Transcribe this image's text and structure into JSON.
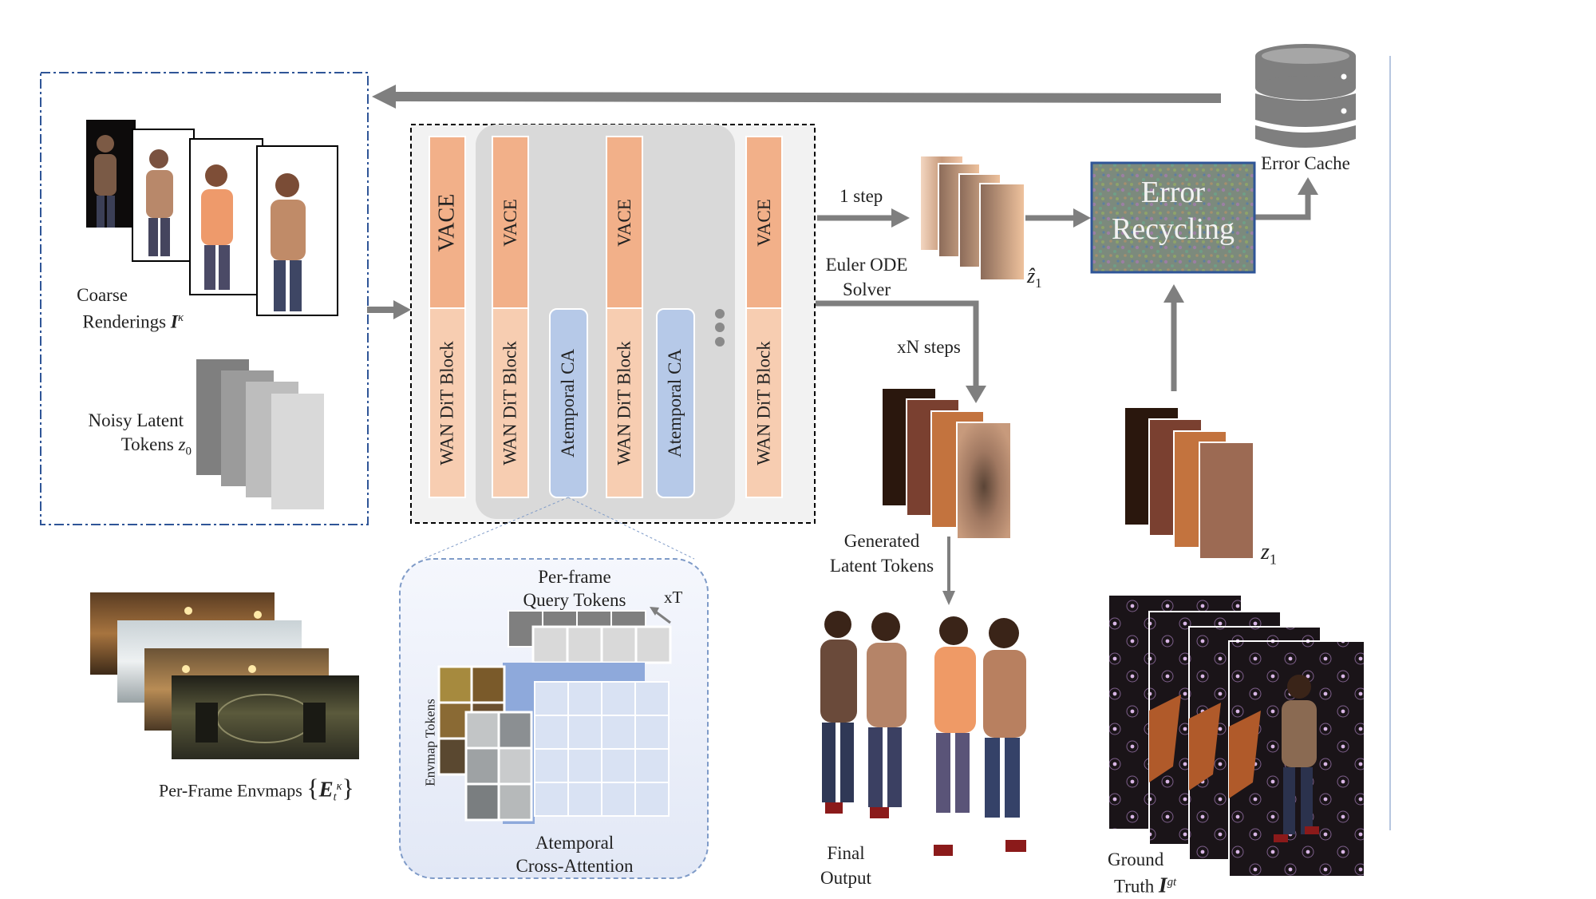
{
  "input_panel": {
    "coarse_label_line1": "Coarse",
    "coarse_label_line2": "Renderings",
    "coarse_symbol": "I",
    "coarse_symbol_sup": "κ",
    "noisy_label_line1": "Noisy Latent",
    "noisy_label_line2": "Tokens",
    "noisy_symbol": "z",
    "noisy_symbol_sub": "0"
  },
  "network": {
    "vace_label": "VACE",
    "dit_label": "WAN DiT Block",
    "ca_label": "Atemporal CA"
  },
  "solver": {
    "one_step": "1 step",
    "euler_line1": "Euler ODE",
    "euler_line2": "Solver",
    "xn_steps": "xN steps",
    "z1hat_symbol": "ẑ",
    "z1hat_sub": "1"
  },
  "error_module": {
    "title_line1": "Error",
    "title_line2": "Recycling",
    "cache_label": "Error Cache"
  },
  "targets": {
    "z1_symbol": "z",
    "z1_sub": "1",
    "generated_line1": "Generated",
    "generated_line2": "Latent Tokens",
    "final_line1": "Final",
    "final_line2": "Output",
    "gt_line1": "Ground",
    "gt_line2": "Truth",
    "gt_symbol": "I",
    "gt_sup": "gt"
  },
  "envmaps": {
    "label": "Per-Frame Envmaps",
    "symbol": "E",
    "symbol_sub": "t",
    "symbol_sup": "κ"
  },
  "cross_attention": {
    "query_line1": "Per-frame",
    "query_line2": "Query Tokens",
    "xT": "xT",
    "envmap_tokens": "Envmap Tokens",
    "title_line1": "Atemporal",
    "title_line2": "Cross-Attention"
  },
  "colors": {
    "vace": "#f2b089",
    "dit": "#f7cdb1",
    "ca": "#b6c9e8",
    "arrow": "#7f7f7f",
    "panel_border": "#2f5597",
    "error_border": "#2f5597"
  }
}
